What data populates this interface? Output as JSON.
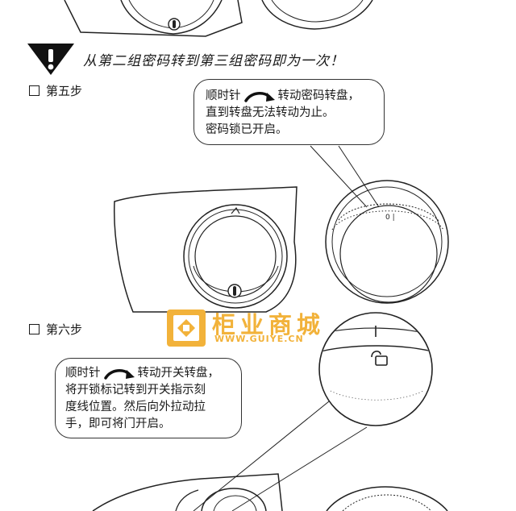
{
  "warning": {
    "icon": "exclamation-triangle-icon",
    "text": "从第二组密码转到第三组密码即为一次！"
  },
  "step5": {
    "title": "第五步",
    "bubble_line1_start": "顺时针",
    "bubble_line1_end": "转动密码转盘，",
    "bubble_line2": "直到转盘无法转动为止。",
    "bubble_line3": "密码锁已开启。"
  },
  "step6": {
    "title": "第六步",
    "bubble_line1_start": "顺时针",
    "bubble_line1_end": "转动开关转盘，",
    "bubble_line2": "将开锁标记转到开关指示刻",
    "bubble_line3": "度线位置。然后向外拉动拉",
    "bubble_line4": "手，即可将门开启。"
  },
  "logo": {
    "name": "柜业商城",
    "url": "WWW.GUIYE.CN",
    "color": "#f2b23a"
  },
  "icons": [
    "exclamation-triangle-icon",
    "checkbox-icon",
    "clockwise-arrow-icon",
    "unlock-icon",
    "logo-emblem-icon"
  ]
}
